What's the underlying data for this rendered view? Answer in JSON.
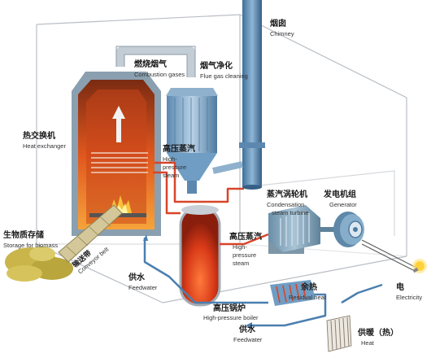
{
  "labels": {
    "chimney": {
      "cn": "烟囱",
      "en": "Chimney"
    },
    "combustion_gases": {
      "cn": "燃烧烟气",
      "en": "Combustion gases"
    },
    "flue_gas_cleaning": {
      "cn": "烟气净化",
      "en": "Flue gas cleaning"
    },
    "heat_exchanger": {
      "cn": "热交换机",
      "en": "Heat exchanger"
    },
    "high_pressure_steam_top": {
      "cn": "高压蒸汽",
      "en1": "High-",
      "en2": "pressure",
      "en3": "steam"
    },
    "condensation_turbine": {
      "cn": "蒸汽涡轮机",
      "en1": "Condensation",
      "en2": "steam turbine"
    },
    "generator": {
      "cn": "发电机组",
      "en": "Generator"
    },
    "storage_biomass": {
      "cn": "生物质存储",
      "en": "Storage for biomass"
    },
    "conveyor_belt": {
      "cn": "输送带",
      "en": "Conveyor belt"
    },
    "high_pressure_steam_mid": {
      "cn": "高压蒸汽",
      "en1": "High-",
      "en2": "pressure",
      "en3": "steam"
    },
    "feedwater_left": {
      "cn": "供水",
      "en": "Feedwater"
    },
    "high_pressure_boiler": {
      "cn": "高压锅炉",
      "en": "High-pressure boiler"
    },
    "residual_heat": {
      "cn": "余热",
      "en": "Residual heat"
    },
    "electricity": {
      "cn": "电",
      "en": "Electricity"
    },
    "feedwater_bottom": {
      "cn": "供水",
      "en": "Feedwater"
    },
    "heat": {
      "cn": "供暖（热）",
      "en": "Heat"
    }
  },
  "colors": {
    "frame": "#b9bec4",
    "furnace_fire": "#e0561e",
    "steel_blue": "#6f9dc4",
    "pipe_red": "#d8452a",
    "pipe_blue": "#4a7fb0",
    "biomass": "#c9b54a"
  }
}
